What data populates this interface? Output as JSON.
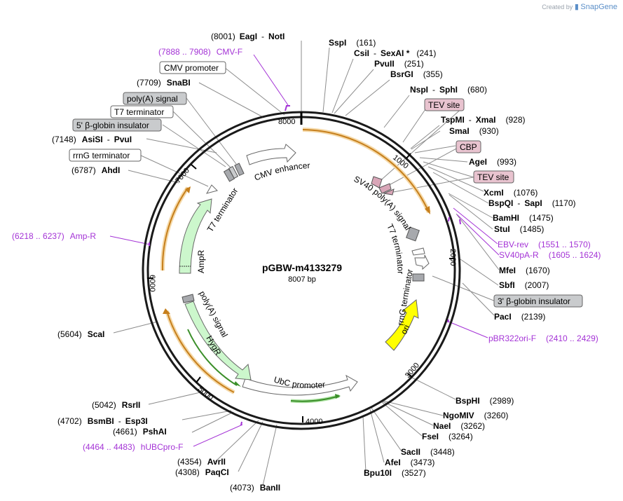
{
  "watermark": {
    "prefix": "Created by",
    "brand": "SnapGene"
  },
  "plasmid": {
    "name": "pGBW-m4133279",
    "length_label": "8007 bp"
  },
  "ticks": [
    "8000",
    "1000",
    "2000",
    "3000",
    "4000",
    "5000",
    "6000",
    "7000"
  ],
  "sites": [
    {
      "name": "EagI",
      "name2": "NotI",
      "pos": "(8001)"
    },
    {
      "name": "SspI",
      "pos": "(161)"
    },
    {
      "name": "CsiI",
      "name2": "SexAI *",
      "pos": "(241)"
    },
    {
      "name": "PvuII",
      "pos": "(251)"
    },
    {
      "name": "BsrGI",
      "pos": "(355)"
    },
    {
      "name": "NspI",
      "name2": "SphI",
      "pos": "(680)"
    },
    {
      "name": "TspMI",
      "name2": "XmaI",
      "pos": "(928)"
    },
    {
      "name": "SmaI",
      "pos": "(930)"
    },
    {
      "name": "AgeI",
      "pos": "(993)"
    },
    {
      "name": "XcmI",
      "pos": "(1076)"
    },
    {
      "name": "BspQI",
      "name2": "SapI",
      "pos": "(1170)"
    },
    {
      "name": "BamHI",
      "pos": "(1475)"
    },
    {
      "name": "StuI",
      "pos": "(1485)"
    },
    {
      "name": "MfeI",
      "pos": "(1670)"
    },
    {
      "name": "SbfI",
      "pos": "(2007)"
    },
    {
      "name": "PacI",
      "pos": "(2139)"
    },
    {
      "name": "BspHI",
      "pos": "(2989)"
    },
    {
      "name": "NgoMIV",
      "pos": "(3260)"
    },
    {
      "name": "NaeI",
      "pos": "(3262)"
    },
    {
      "name": "FseI",
      "pos": "(3264)"
    },
    {
      "name": "SacII",
      "pos": "(3448)"
    },
    {
      "name": "AfeI",
      "pos": "(3473)"
    },
    {
      "name": "Bpu10I",
      "pos": "(3527)"
    },
    {
      "name": "BanII",
      "pos": "(4073)"
    },
    {
      "name": "PaqCI",
      "pos": "(4308)"
    },
    {
      "name": "AvrII",
      "pos": "(4354)"
    },
    {
      "name": "PshAI",
      "pos": "(4661)"
    },
    {
      "name": "BsmBI",
      "name2": "Esp3I",
      "pos": "(4702)"
    },
    {
      "name": "RsrII",
      "pos": "(5042)"
    },
    {
      "name": "ScaI",
      "pos": "(5604)"
    },
    {
      "name": "AhdI",
      "pos": "(6787)"
    },
    {
      "name": "AsiSI",
      "name2": "PvuI",
      "pos": "(7148)"
    },
    {
      "name": "SnaBI",
      "pos": "(7709)"
    }
  ],
  "primers": [
    {
      "name": "CMV-F",
      "range": "(7888 .. 7908)"
    },
    {
      "name": "EBV-rev",
      "range": "(1551 .. 1570)"
    },
    {
      "name": "SV40pA-R",
      "range": "(1605 .. 1624)"
    },
    {
      "name": "pBR322ori-F",
      "range": "(2410 .. 2429)"
    },
    {
      "name": "hUBCpro-F",
      "range": "(4464 .. 4483)"
    },
    {
      "name": "Amp-R",
      "range": "(6218 .. 6237)"
    }
  ],
  "boxed_features": [
    {
      "name": "CMV promoter"
    },
    {
      "name": "poly(A) signal"
    },
    {
      "name": "T7 terminator"
    },
    {
      "name": "5' β-globin insulator"
    },
    {
      "name": "rrnG terminator"
    },
    {
      "name": "TEV site"
    },
    {
      "name": "CBP"
    },
    {
      "name": "TEV site"
    },
    {
      "name": "3' β-globin insulator"
    }
  ],
  "arc_features": [
    {
      "name": "CMV enhancer"
    },
    {
      "name": "SV40 poly(A) signal"
    },
    {
      "name": "T7 terminator"
    },
    {
      "name": "rrnG terminator"
    },
    {
      "name": "ori"
    },
    {
      "name": "UbC promoter"
    },
    {
      "name": "HygR"
    },
    {
      "name": "poly(A) signal"
    },
    {
      "name": "AmpR"
    },
    {
      "name": "T7 terminator"
    }
  ],
  "colors": {
    "backbone": "#1a1a1a",
    "primer": "#a433d6",
    "orf_orange": "#e8a33a",
    "orf_green": "#3b8f2a",
    "ori_yellow": "#ffff00",
    "feature_green": "#ccf7cc",
    "tag_pink": "#e8c3cf",
    "insulator_gray": "#c9cbcd",
    "leader_gray": "#8c8c8c"
  }
}
